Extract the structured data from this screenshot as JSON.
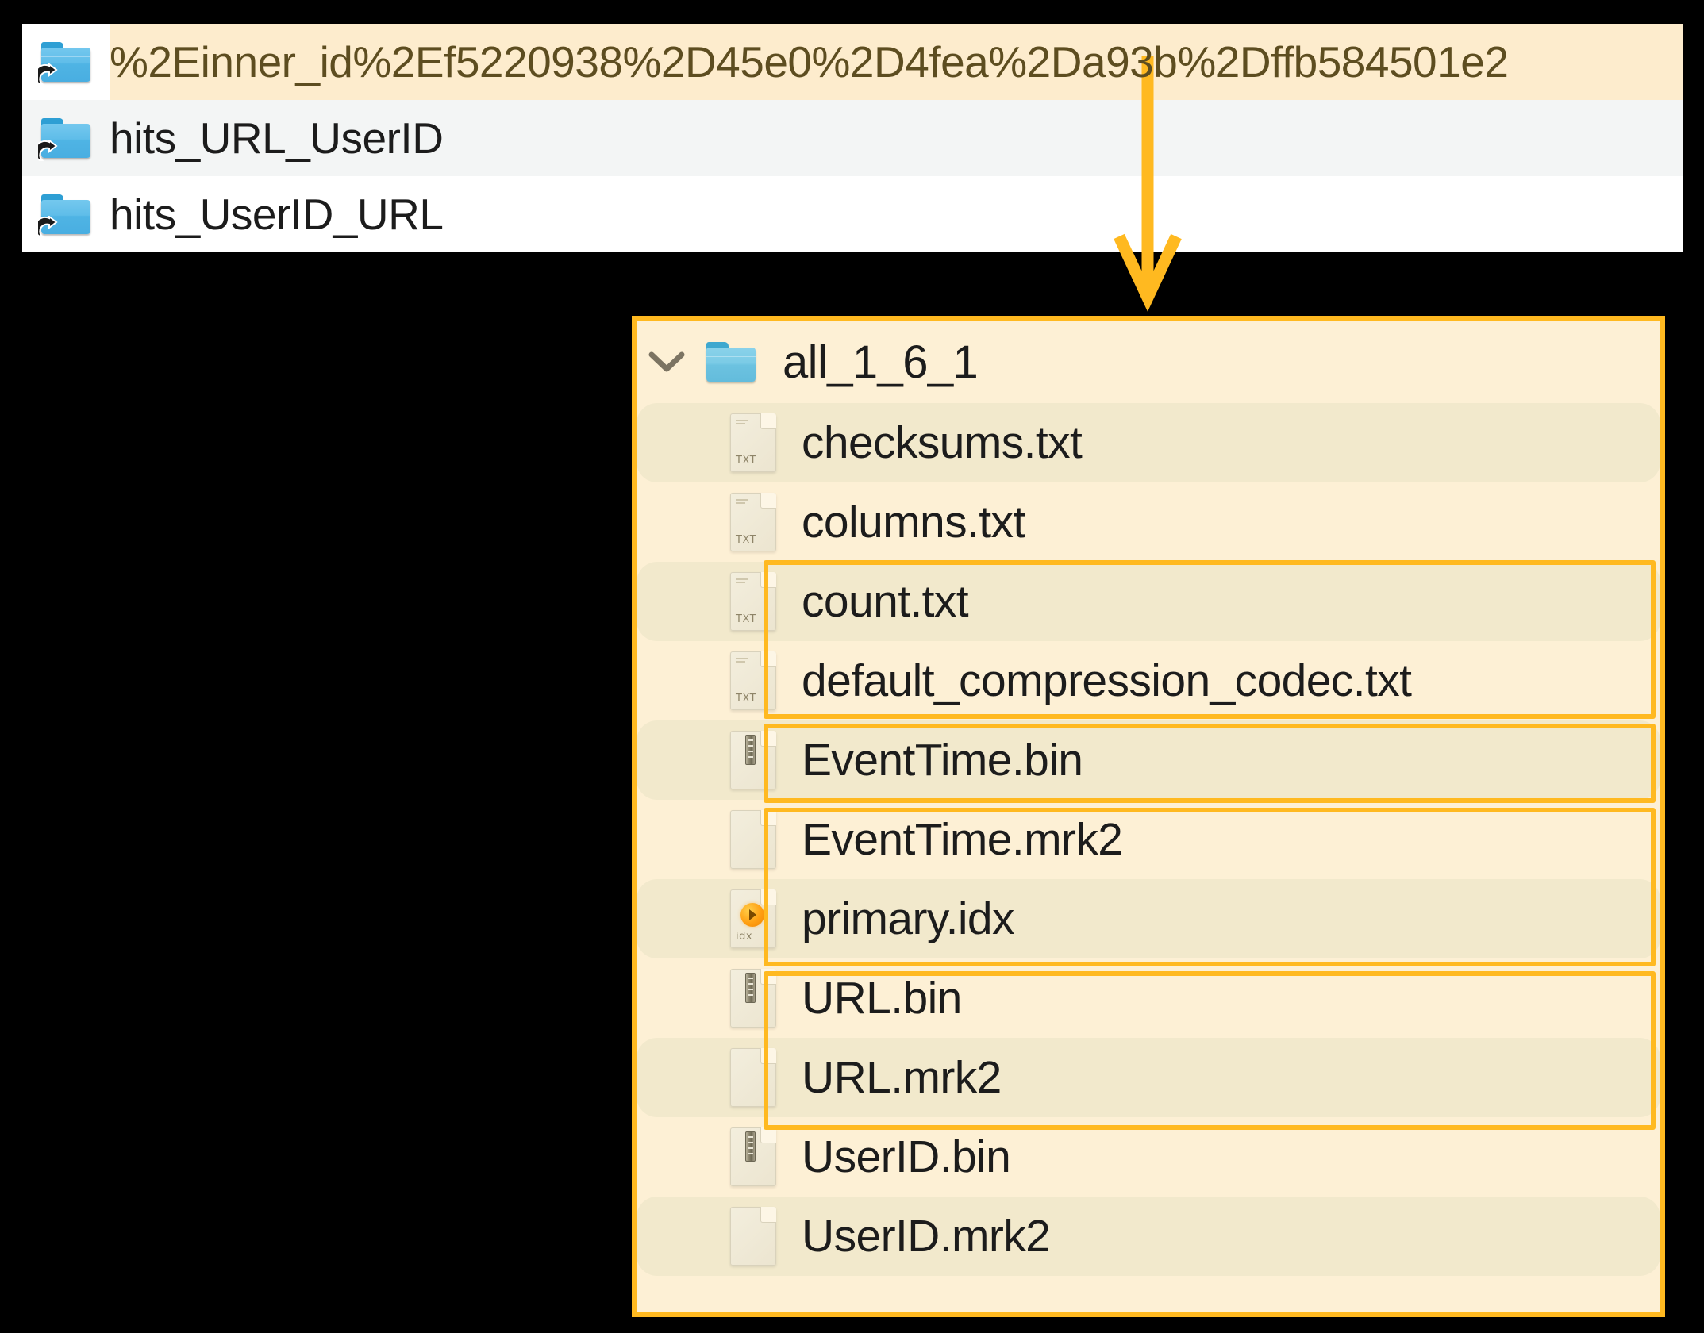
{
  "top_panel": {
    "rows": [
      {
        "label": "%2Einner_id%2Ef5220938%2D45e0%2D4fea%2Da93b%2Dffb584501e2",
        "icon": "folder-symlink-icon",
        "highlighted": true
      },
      {
        "label": "hits_URL_UserID",
        "icon": "folder-symlink-icon",
        "highlighted": false
      },
      {
        "label": "hits_UserID_URL",
        "icon": "folder-symlink-icon",
        "highlighted": false
      }
    ]
  },
  "annotation": {
    "arrow": "down-arrow",
    "accent_color": "#ffb920",
    "highlight_background": "#fdeccd"
  },
  "main_panel": {
    "header": {
      "label": "all_1_6_1",
      "icon": "folder-icon",
      "chevron": "chevron-down-icon",
      "expanded": true
    },
    "files": [
      {
        "label": "checksums.txt",
        "icon": "txt-file-icon",
        "ext": "TXT",
        "outlined": false
      },
      {
        "label": "columns.txt",
        "icon": "txt-file-icon",
        "ext": "TXT",
        "outlined": false
      },
      {
        "label": "count.txt",
        "icon": "txt-file-icon",
        "ext": "TXT",
        "outlined": false
      },
      {
        "label": "default_compression_codec.txt",
        "icon": "txt-file-icon",
        "ext": "TXT",
        "outlined": false
      },
      {
        "label": "EventTime.bin",
        "icon": "bin-file-icon",
        "ext": "",
        "outlined": true
      },
      {
        "label": "EventTime.mrk2",
        "icon": "mrk-file-icon",
        "ext": "",
        "outlined": true
      },
      {
        "label": "primary.idx",
        "icon": "idx-file-icon",
        "ext": "idx",
        "outlined": true
      },
      {
        "label": "URL.bin",
        "icon": "bin-file-icon",
        "ext": "",
        "outlined": true
      },
      {
        "label": "URL.mrk2",
        "icon": "mrk-file-icon",
        "ext": "",
        "outlined": true
      },
      {
        "label": "UserID.bin",
        "icon": "bin-file-icon",
        "ext": "",
        "outlined": true
      },
      {
        "label": "UserID.mrk2",
        "icon": "mrk-file-icon",
        "ext": "",
        "outlined": true
      }
    ],
    "outline_groups": [
      {
        "name": "EventTime-group",
        "from": "EventTime.bin",
        "to": "EventTime.mrk2"
      },
      {
        "name": "primary-idx-group",
        "from": "primary.idx",
        "to": "primary.idx"
      },
      {
        "name": "URL-group",
        "from": "URL.bin",
        "to": "URL.mrk2"
      },
      {
        "name": "UserID-group",
        "from": "UserID.bin",
        "to": "UserID.mrk2"
      }
    ]
  }
}
